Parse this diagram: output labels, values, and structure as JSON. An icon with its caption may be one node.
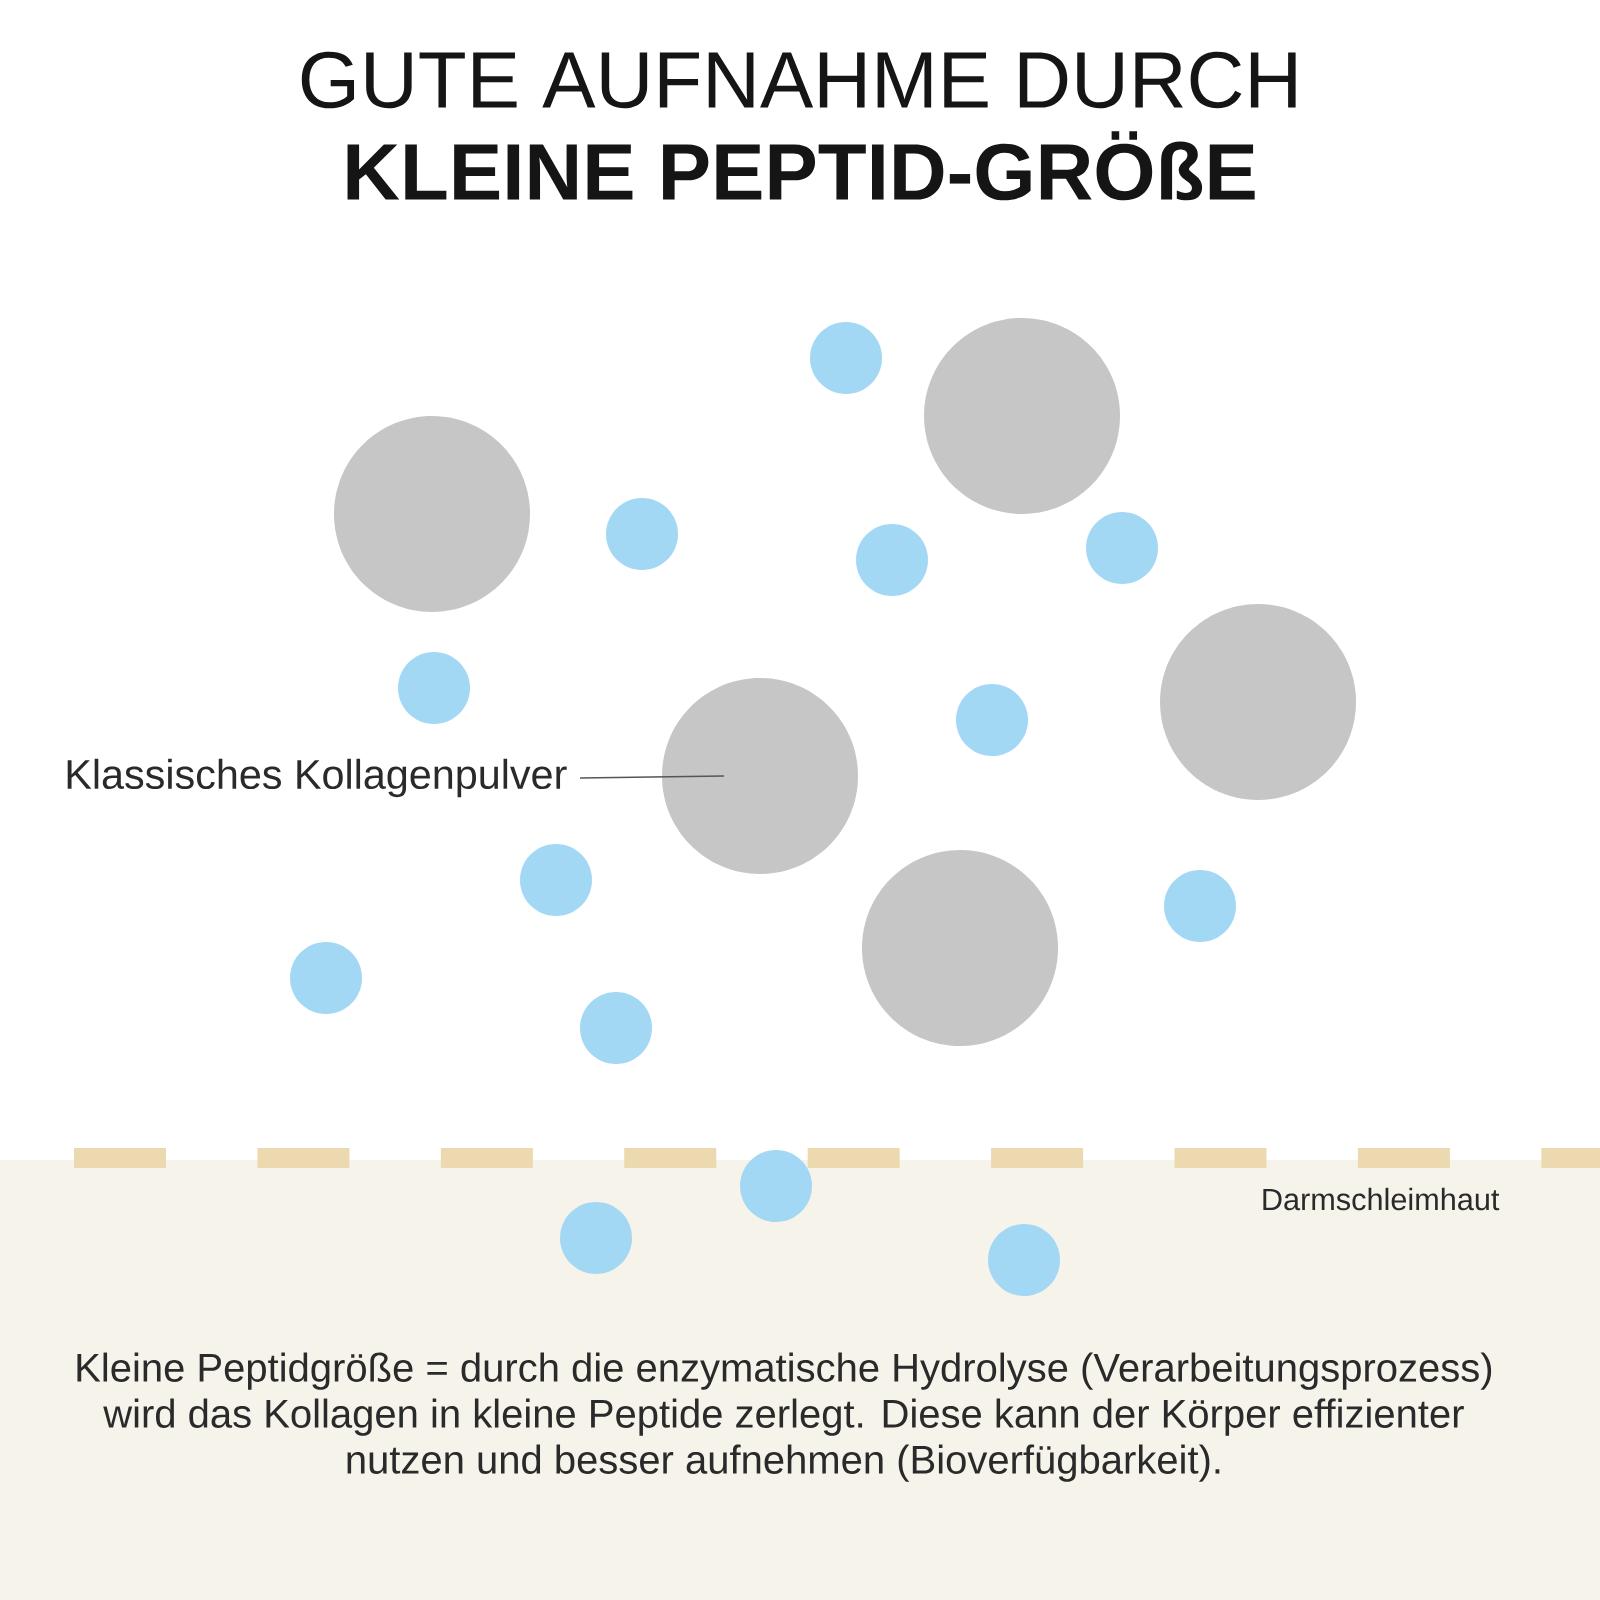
{
  "diagram": {
    "title": "GUTE AUFNAHME DURCH **KLEINE PEPTID-GRÖßE**",
    "nodes": [
      {
        "text": [],
        "shape": "circle"
      },
      {
        "text": [],
        "shape": "circle"
      },
      {
        "text": [],
        "shape": "circle"
      },
      {
        "text": [
          "Klassisches Kollagenpulver"
        ]
      },
      {
        "text": [],
        "shape": "circle"
      },
      {
        "text": [],
        "shape": "circle"
      }
    ],
    "edges": [
      {
        "from": 3,
        "to": 4,
        "arrow": "none"
      }
    ],
    "labels": [
      "Darmschleimhaut",
      "Kleine Peptidgröße = durch die enzymatische Hydrolyse (Verarbeitungsprozess) wird das Kollagen in kleine Peptide zerlegt. Diese kann der Körper effizienter nutzen und besser aufnehmen (Bioverfügbarkeit)."
    ]
  }
}
